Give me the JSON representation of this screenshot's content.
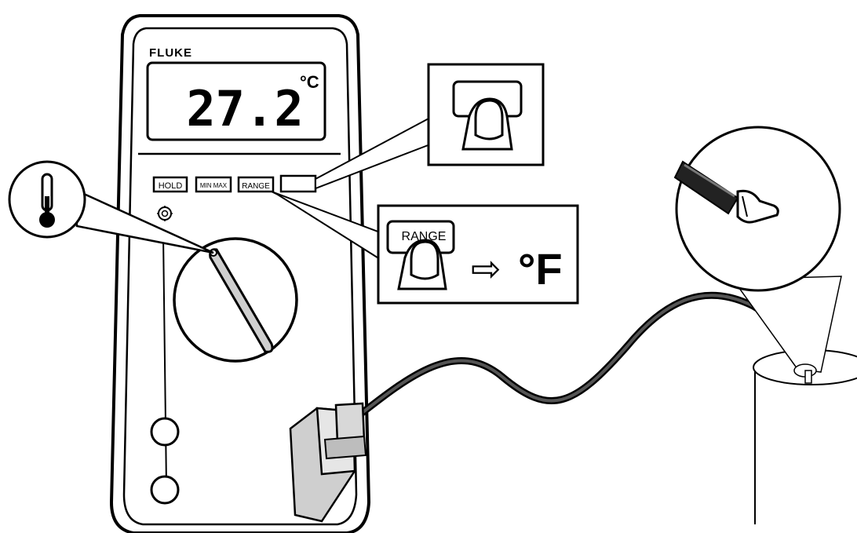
{
  "meter": {
    "brand": "FLUKE",
    "display_value": "27.2",
    "display_unit": "°C",
    "buttons": {
      "hold": "HOLD",
      "minmax": "MIN MAX",
      "range": "RANGE",
      "blank": ""
    }
  },
  "callouts": {
    "range_label": "RANGE",
    "arrow_glyph": "⇨",
    "result_unit": "°F"
  },
  "icons": {
    "function_icon": "thermometer-icon",
    "backlight_icon": "backlight-icon",
    "probe_icon": "thermocouple-tip-icon"
  }
}
